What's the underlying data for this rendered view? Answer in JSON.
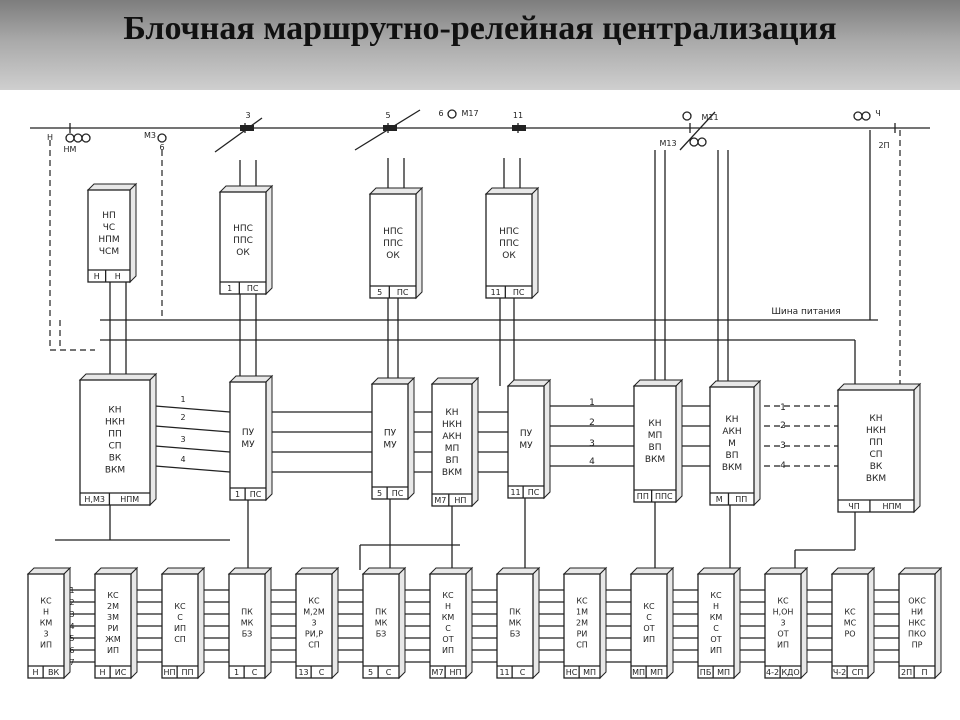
{
  "title": "Блочная маршрутно-релейная централизация",
  "track": {
    "labels": [
      "Н",
      "НМ",
      "6",
      "М3",
      "3",
      "5",
      "6",
      "М17",
      "11",
      "М11",
      "М13",
      "Ч",
      "2П"
    ]
  },
  "top_blocks": [
    {
      "lines": [
        "НП",
        "ЧС",
        "НПМ",
        "ЧСМ"
      ],
      "footer": [
        "Н",
        "Н"
      ]
    },
    {
      "lines": [
        "НПС",
        "ППС",
        "ОК"
      ],
      "footer": [
        "1",
        "ПС"
      ]
    },
    {
      "lines": [
        "НПС",
        "ППС",
        "ОК"
      ],
      "footer": [
        "5",
        "ПС"
      ]
    },
    {
      "lines": [
        "НПС",
        "ППС",
        "ОК"
      ],
      "footer": [
        "11",
        "ПС"
      ]
    }
  ],
  "power_bus": "Шина питания",
  "mid_blocks": [
    {
      "lines": [
        "КН",
        "НКН",
        "ПП",
        "СП",
        "ВК",
        "ВКМ"
      ],
      "footer": [
        "Н,М3",
        "НПМ"
      ]
    },
    {
      "lines": [
        "ПУ",
        "МУ"
      ],
      "footer": [
        "1",
        "ПС"
      ]
    },
    {
      "lines": [
        "ПУ",
        "МУ"
      ],
      "footer": [
        "5",
        "ПС"
      ]
    },
    {
      "lines": [
        "КН",
        "НКН",
        "АКН",
        "МП",
        "ВП",
        "ВКМ"
      ],
      "footer": [
        "М7",
        "НП"
      ]
    },
    {
      "lines": [
        "ПУ",
        "МУ"
      ],
      "footer": [
        "11",
        "ПС"
      ]
    },
    {
      "lines": [
        "КН",
        "МП",
        "ВП",
        "ВКМ"
      ],
      "footer": [
        "ПП",
        "ППС"
      ]
    },
    {
      "lines": [
        "КН",
        "АКН",
        "М",
        "ВП",
        "ВКМ"
      ],
      "footer": [
        "М",
        "ПП"
      ]
    },
    {
      "lines": [
        "КН",
        "НКН",
        "ПП",
        "СП",
        "ВК",
        "ВКМ"
      ],
      "footer": [
        "ЧП",
        "НПМ"
      ]
    }
  ],
  "wire_numbers": [
    "1",
    "2",
    "3",
    "4"
  ],
  "bottom_blocks": [
    {
      "lines": [
        "КС",
        "Н",
        "КМ",
        "3",
        "ИП"
      ],
      "footer": [
        "Н",
        "ВК"
      ]
    },
    {
      "lines": [
        "КС",
        "2М",
        "3М",
        "РИ",
        "ЖМ",
        "ИП"
      ],
      "footer": [
        "Н",
        "ИС"
      ]
    },
    {
      "lines": [
        "КС",
        "С",
        "ИП",
        "СП"
      ],
      "footer": [
        "НП",
        "ПП"
      ]
    },
    {
      "lines": [
        "ПК",
        "МК",
        "БЗ"
      ],
      "footer": [
        "1",
        "С"
      ]
    },
    {
      "lines": [
        "КС",
        "М,2М",
        "3",
        "РИ,Р",
        "СП"
      ],
      "footer": [
        "13",
        "С"
      ]
    },
    {
      "lines": [
        "ПК",
        "МК",
        "БЗ"
      ],
      "footer": [
        "5",
        "С"
      ]
    },
    {
      "lines": [
        "КС",
        "Н",
        "КМ",
        "С",
        "ОТ",
        "ИП"
      ],
      "footer": [
        "М7",
        "НП"
      ]
    },
    {
      "lines": [
        "ПК",
        "МК",
        "БЗ"
      ],
      "footer": [
        "11",
        "С"
      ]
    },
    {
      "lines": [
        "КС",
        "1М",
        "2М",
        "РИ",
        "СП"
      ],
      "footer": [
        "НС",
        "МП"
      ]
    },
    {
      "lines": [
        "КС",
        "С",
        "ОТ",
        "ИП"
      ],
      "footer": [
        "МП",
        "МП"
      ]
    },
    {
      "lines": [
        "КС",
        "Н",
        "КМ",
        "С",
        "ОТ",
        "ИП"
      ],
      "footer": [
        "ПБ",
        "МП"
      ]
    },
    {
      "lines": [
        "КС",
        "Н,ОН",
        "3",
        "ОТ",
        "ИП"
      ],
      "footer": [
        "4-2",
        "КДО"
      ]
    },
    {
      "lines": [
        "КС",
        "МС",
        "РО"
      ],
      "footer": [
        "Ч-2",
        "СП"
      ]
    },
    {
      "lines": [
        "ОКС",
        "НИ",
        "НКС",
        "ПКО",
        "ПР"
      ],
      "footer": [
        "2П",
        "П"
      ]
    }
  ]
}
